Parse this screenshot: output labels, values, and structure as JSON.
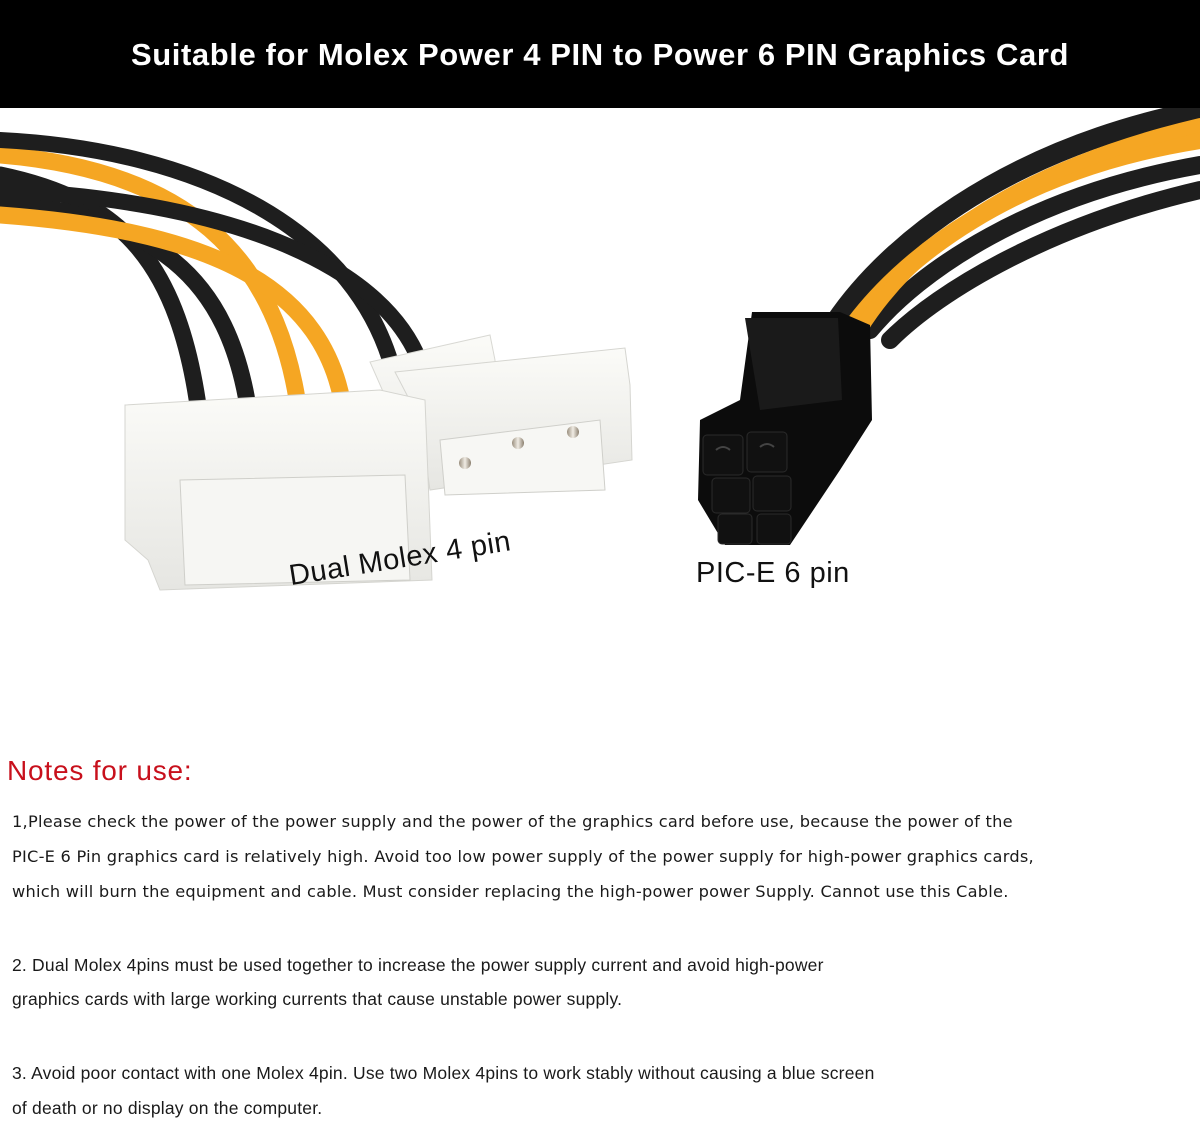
{
  "banner": {
    "title": "Suitable for Molex Power 4 PIN to Power 6 PIN Graphics Card",
    "background": "#000000",
    "color": "#ffffff"
  },
  "photo": {
    "description": "Dual Molex 4 pin to PCIe 6 pin graphics card power adapter cable",
    "wire_colors": {
      "yellow": "#f5a623",
      "black": "#1e1e1e"
    },
    "connector_colors": {
      "molex": "#f4f4f2",
      "pcie": "#0c0c0c"
    },
    "labels": {
      "molex": "Dual Molex 4 pin",
      "pcie": "PIC-E 6 pin"
    }
  },
  "notes": {
    "heading": "Notes for use:",
    "heading_color": "#c8101c",
    "items": [
      {
        "lines": [
          "1,Please check the power of the power supply and the power of the graphics card before use, because the power of the",
          "PIC-E 6 Pin graphics card is relatively high. Avoid too low power supply of the power supply for high-power graphics cards,",
          "which will burn the equipment and cable.  Must consider replacing the high-power power Supply. Cannot use this Cable."
        ]
      },
      {
        "lines": [
          "2. Dual Molex 4pins must be used together to increase the power supply current and avoid high-power",
          "graphics cards with large working currents that cause unstable power supply."
        ]
      },
      {
        "lines": [
          "3. Avoid poor contact with one Molex 4pin. Use two Molex 4pins to work stably without causing a blue screen",
          "of death or no display on the computer."
        ]
      }
    ]
  }
}
